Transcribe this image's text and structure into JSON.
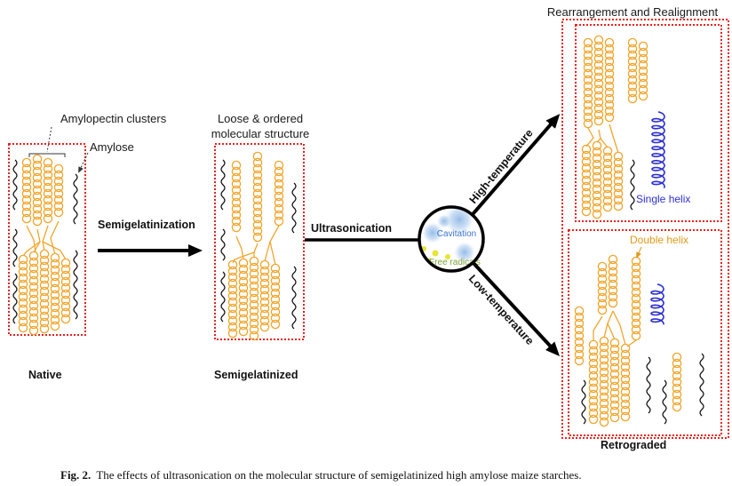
{
  "native": {
    "label": "Native",
    "annotation_clusters": "Amylopectin clusters",
    "annotation_amylose": "Amylose"
  },
  "semigelatinized": {
    "label": "Semigelatinized",
    "annotation_line1": "Loose & ordered",
    "annotation_line2": "molecular structure"
  },
  "steps": {
    "semigelatinization": "Semigelatinization",
    "ultrasonication": "Ultrasonication",
    "high_temperature": "High-temperature",
    "low_temperature": "Low-temperature"
  },
  "ultrasonication_effects": {
    "cavitation": "Cavitation",
    "free_radicals": "Free radicals"
  },
  "retrograded": {
    "label": "Retrograded",
    "heading": "Rearrangement and Realignment",
    "single_helix": "Single helix",
    "double_helix": "Double helix"
  },
  "caption": {
    "label": "Fig. 2.",
    "text": "The effects of ultrasonication on the molecular structure of semigelatinized high amylose maize starches."
  },
  "colors": {
    "box_outline": "#e8231f",
    "double_helix": "#f2a52b",
    "amylose": "#111111",
    "single_helix": "#2c2fd4",
    "cavitation": "#9ec3ea",
    "cavitation_text": "#3f74cf",
    "free_radicals": "#e6e634",
    "free_radicals_text": "#7fa43a",
    "double_helix_text": "#e09a1a"
  }
}
